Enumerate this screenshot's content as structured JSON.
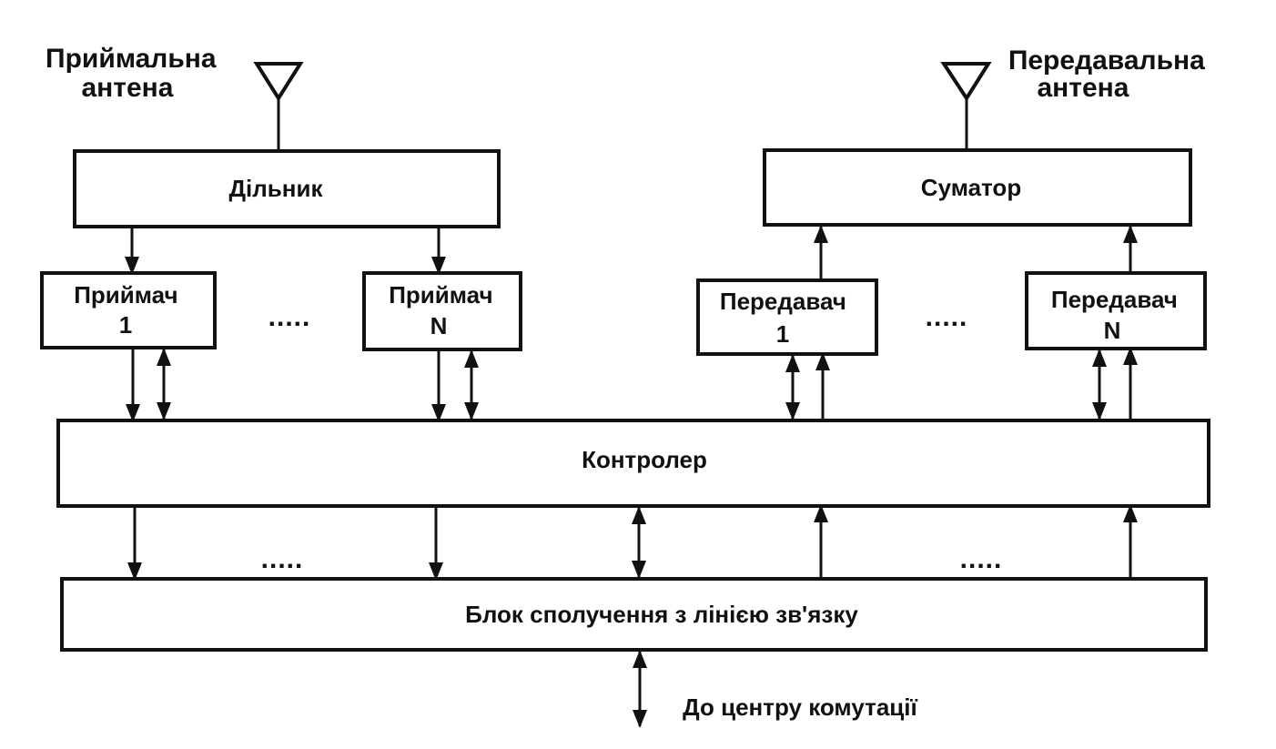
{
  "diagram": {
    "rx_antenna_label": [
      "Приймальна",
      "антена"
    ],
    "tx_antenna_label": [
      "Передавальна",
      "антена"
    ],
    "splitter": "Дільник",
    "combiner": "Суматор",
    "receiver_1": [
      "Приймач",
      "1"
    ],
    "receiver_n": [
      "Приймач",
      "N"
    ],
    "transmitter_1": [
      "Передавач",
      "1"
    ],
    "transmitter_n": [
      "Передавач",
      "N"
    ],
    "controller": "Контролер",
    "interface_block": "Блок сполучення з лінією зв'язку",
    "switching_center": "До центру комутації",
    "ellipsis_top": ".....",
    "ellipsis_bottom": "....."
  }
}
